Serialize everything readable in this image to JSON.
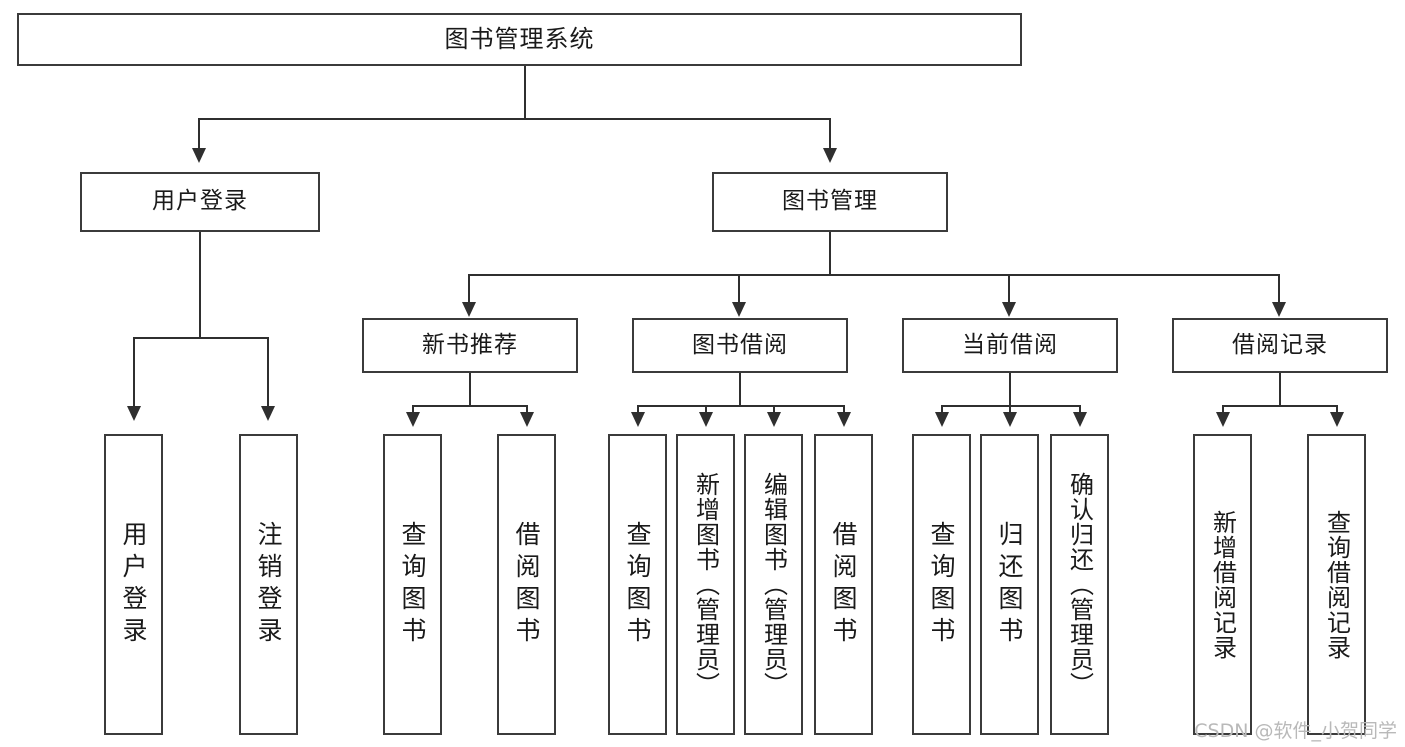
{
  "diagram": {
    "title": "图书管理系统",
    "type": "tree-hierarchy",
    "root": {
      "label": "图书管理系统",
      "children": [
        {
          "label": "用户登录",
          "children": [
            {
              "label": "用户登录"
            },
            {
              "label": "注销登录"
            }
          ]
        },
        {
          "label": "图书管理",
          "children": [
            {
              "label": "新书推荐",
              "children": [
                {
                  "label": "查询图书"
                },
                {
                  "label": "借阅图书"
                }
              ]
            },
            {
              "label": "图书借阅",
              "children": [
                {
                  "label": "查询图书"
                },
                {
                  "label": "新增图书（管理员）"
                },
                {
                  "label": "编辑图书（管理员）"
                },
                {
                  "label": "借阅图书"
                }
              ]
            },
            {
              "label": "当前借阅",
              "children": [
                {
                  "label": "查询图书"
                },
                {
                  "label": "归还图书"
                },
                {
                  "label": "确认归还（管理员）"
                }
              ]
            },
            {
              "label": "借阅记录",
              "children": [
                {
                  "label": "新增借阅记录"
                },
                {
                  "label": "查询借阅记录"
                }
              ]
            }
          ]
        }
      ]
    }
  },
  "nodes": {
    "root": "图书管理系统",
    "l2_user_login": "用户登录",
    "l2_book_manage": "图书管理",
    "l3_new_book_rec": "新书推荐",
    "l3_book_borrow": "图书借阅",
    "l3_current_borrow": "当前借阅",
    "l3_borrow_record": "借阅记录",
    "leaf_user_login": "用户登录",
    "leaf_logout": "注销登录",
    "leaf_query_book_a": "查询图书",
    "leaf_borrow_book_a": "借阅图书",
    "leaf_query_book_b": "查询图书",
    "leaf_add_book": "新增图书（管理员）",
    "leaf_edit_book": "编辑图书（管理员）",
    "leaf_borrow_book_b": "借阅图书",
    "leaf_query_book_c": "查询图书",
    "leaf_return_book": "归还图书",
    "leaf_confirm_return": "确认归还（管理员）",
    "leaf_add_record": "新增借阅记录",
    "leaf_query_record": "查询借阅记录"
  },
  "watermark": {
    "text": "CSDN @软件_小贺同学"
  },
  "colors": {
    "box_border": "#3b3b3b",
    "connector": "#2f2f2f",
    "text": "#1a1a1a",
    "background": "#ffffff",
    "watermark": "#b9b9b9"
  }
}
